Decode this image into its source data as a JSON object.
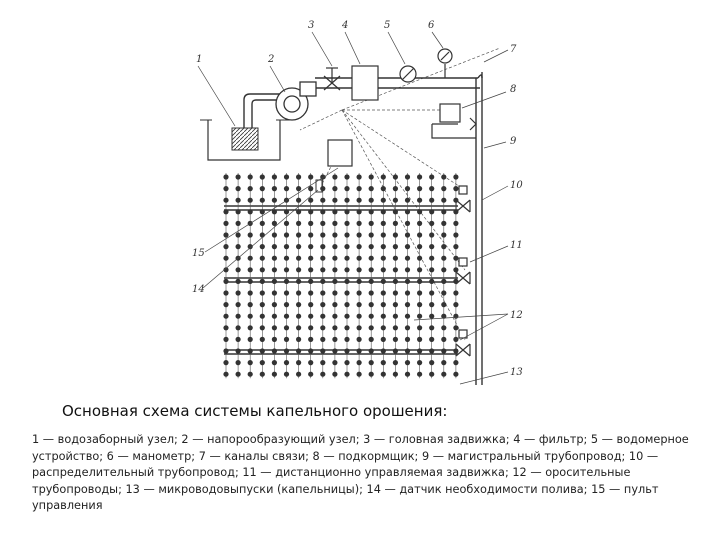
{
  "diagram": {
    "title": "Основная схема системы капельного орошения:",
    "caption": "1 — водозаборный узел; 2 — напорообразующий узел; 3 — головная задвижка; 4 — фильтр; 5 — водомерное устройство; 6 — манометр; 7 — каналы связи; 8 — подкормщик; 9 — магистральный трубопровод; 10 — распределительный трубопровод; 11 — дистанционно управляемая задвижка; 12 — оросительные трубопроводы; 13 — микроводовыпуски (капельницы); 14 — датчик необходимости полива; 15 — пульт управления",
    "labels": [
      "1",
      "2",
      "3",
      "4",
      "5",
      "6",
      "7",
      "8",
      "9",
      "10",
      "11",
      "12",
      "13",
      "14",
      "15"
    ],
    "grid": {
      "columns": 20,
      "rows": 18
    },
    "colors": {
      "line": "#444444",
      "dot": "#333333",
      "text": "#111111"
    }
  }
}
